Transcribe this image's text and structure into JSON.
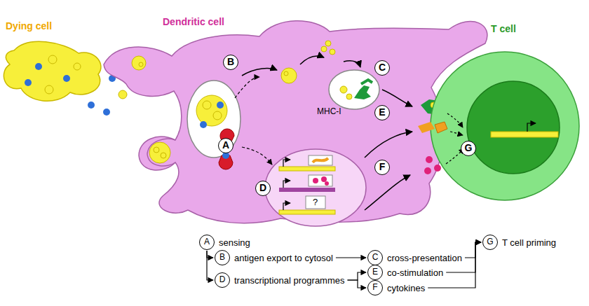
{
  "diagram": {
    "nodes": [
      {
        "text": [
          "Dying cell"
        ]
      },
      {
        "text": [
          "Dendritic cell"
        ]
      },
      {
        "text": [
          "T cell"
        ]
      },
      {
        "text": [
          "A"
        ],
        "in": 1
      },
      {
        "text": [
          "B"
        ],
        "in": 1
      },
      {
        "text": [
          "C"
        ],
        "in": 1
      },
      {
        "text": [
          "D"
        ],
        "in": 1
      },
      {
        "text": [
          "E"
        ],
        "in": 1
      },
      {
        "text": [
          "F"
        ],
        "in": 1
      },
      {
        "text": [
          "G"
        ],
        "in": 2
      },
      {
        "text": [
          "A",
          "sensing"
        ]
      },
      {
        "text": [
          "B",
          "antigen export to cytosol"
        ]
      },
      {
        "text": [
          "C",
          "cross-presentation"
        ]
      },
      {
        "text": [
          "D",
          "transcriptional programmes"
        ]
      },
      {
        "text": [
          "E",
          "co-stimulation"
        ]
      },
      {
        "text": [
          "F",
          "cytokines"
        ]
      },
      {
        "text": [
          "G",
          "T cell priming"
        ]
      }
    ],
    "edges": [
      {
        "from": 10,
        "to": 11,
        "arrow": "to"
      },
      {
        "from": 10,
        "to": 13,
        "arrow": "to"
      },
      {
        "from": 11,
        "to": 12,
        "arrow": "to"
      },
      {
        "from": 13,
        "to": 14,
        "arrow": "to"
      },
      {
        "from": 13,
        "to": 15,
        "arrow": "to"
      },
      {
        "from": 12,
        "to": 16,
        "arrow": "to"
      },
      {
        "from": 14,
        "to": 16,
        "arrow": "to"
      },
      {
        "from": 15,
        "to": 16,
        "arrow": "to"
      }
    ],
    "labels": [
      "MHC-I",
      "?"
    ]
  }
}
